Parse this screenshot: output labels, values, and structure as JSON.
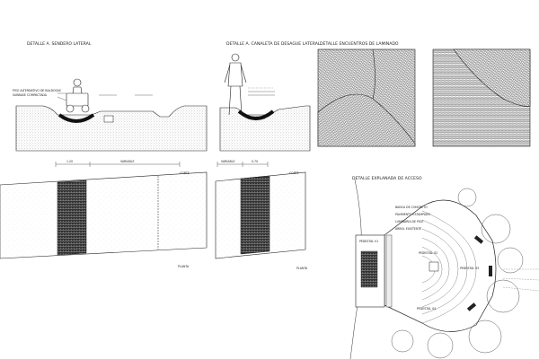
{
  "titles": {
    "detail_lateral_path": "DETALLE A. SENDERO LATERAL",
    "detail_drain_channel": "DETALLE A. CANALETA DE DESAGUE LATERAL",
    "detail_paving_fan": "DETALLE ENCUENTROS DE LAMINADO",
    "detail_access_plaza": "DETALLE EXPLANADA DE ACCESO"
  },
  "labels": {
    "corte_1": "CORTE",
    "corte_2": "CORTE",
    "planta_1": "PLANTA",
    "planta_2": "PLANTA",
    "variable_1": "VARIABLE",
    "variable_2": "VARIABLE",
    "dim_1": "1.20",
    "dim_2": "0.70",
    "note_1": "PISO ALTERNATIVO DE BALDOSAS",
    "note_2": "SUBBASE COMPACTADA",
    "plaza_pedestal_1": "PEDESTAL 01",
    "plaza_pedestal_2": "PEDESTAL 02",
    "plaza_pedestal_3": "PEDESTAL 03",
    "plaza_pedestal_4": "PEDESTAL 04",
    "plaza_note_a": "BANCA DE CONCRETO",
    "plaza_note_b": "PAVIMENTO ESTAMPADO",
    "plaza_note_c": "LUMINARIA DE PISO",
    "plaza_note_d": "ARBOL EXISTENTE"
  },
  "colors": {
    "line": "#222222",
    "hatch": "#555555",
    "paving_dark": "#2a2a2a"
  }
}
